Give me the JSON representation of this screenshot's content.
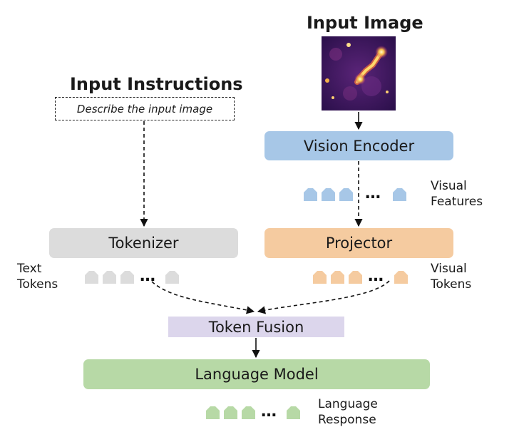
{
  "input_image": {
    "title": "Input Image"
  },
  "input_instructions": {
    "title": "Input Instructions",
    "prompt": "Describe the input image"
  },
  "vision_encoder": {
    "label": "Vision Encoder",
    "color": "#a7c7e7"
  },
  "visual_features": {
    "line1": "Visual",
    "line2": "Features",
    "color": "#a7c7e7"
  },
  "tokenizer": {
    "label": "Tokenizer",
    "color": "#dcdcdc"
  },
  "projector": {
    "label": "Projector",
    "color": "#f5cba0"
  },
  "text_tokens": {
    "line1": "Text",
    "line2": "Tokens",
    "color": "#dcdcdc"
  },
  "visual_tokens": {
    "line1": "Visual",
    "line2": "Tokens",
    "color": "#f5cba0"
  },
  "token_fusion": {
    "label": "Token Fusion",
    "color": "#dcd6ec"
  },
  "language_model": {
    "label": "Language Model",
    "color": "#b7d9a6"
  },
  "language_response": {
    "line1": "Language",
    "line2": "Response",
    "color": "#b7d9a6"
  },
  "ellipsis": "…"
}
